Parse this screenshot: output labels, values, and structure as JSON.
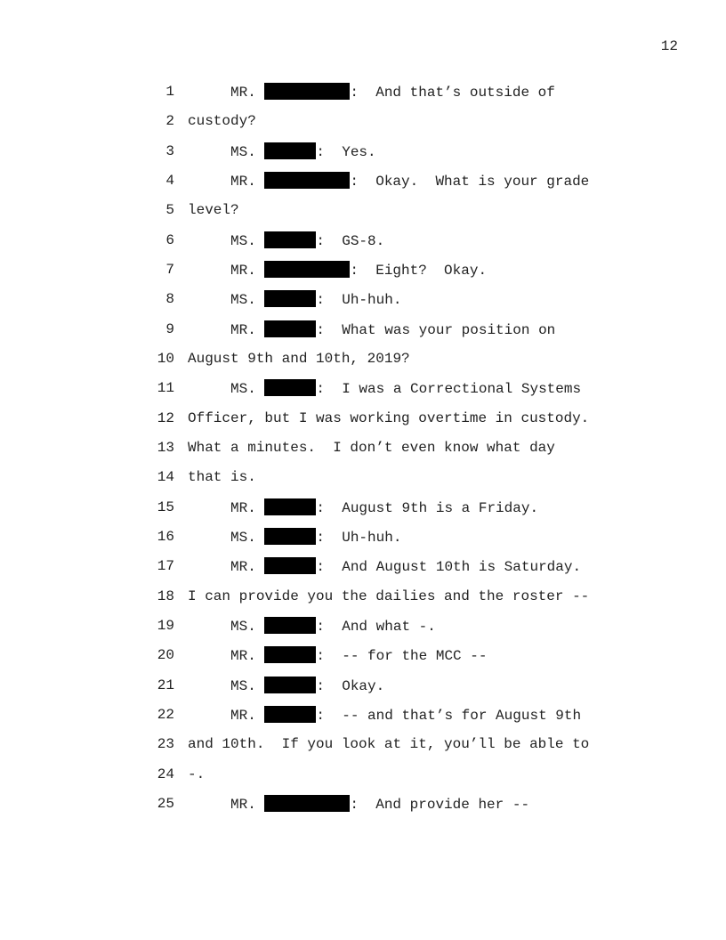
{
  "page_number": "12",
  "redaction_color": "#000000",
  "lines": [
    {
      "num": "1",
      "speaker": "MR.",
      "redaction": "long",
      "text": ":  And that’s outside of"
    },
    {
      "num": "2",
      "text": "custody?"
    },
    {
      "num": "3",
      "speaker": "MS.",
      "redaction": "short",
      "text": ":  Yes."
    },
    {
      "num": "4",
      "speaker": "MR.",
      "redaction": "long",
      "text": ":  Okay.  What is your grade"
    },
    {
      "num": "5",
      "text": "level?"
    },
    {
      "num": "6",
      "speaker": "MS.",
      "redaction": "short",
      "text": ":  GS-8."
    },
    {
      "num": "7",
      "speaker": "MR.",
      "redaction": "long",
      "text": ":  Eight?  Okay."
    },
    {
      "num": "8",
      "speaker": "MS.",
      "redaction": "short",
      "text": ":  Uh-huh."
    },
    {
      "num": "9",
      "speaker": "MR.",
      "redaction": "short",
      "text": ":  What was your position on"
    },
    {
      "num": "10",
      "text": "August 9th and 10th, 2019?"
    },
    {
      "num": "11",
      "speaker": "MS.",
      "redaction": "short",
      "text": ":  I was a Correctional Systems"
    },
    {
      "num": "12",
      "text": "Officer, but I was working overtime in custody."
    },
    {
      "num": "13",
      "text": "What a minutes.  I don’t even know what day"
    },
    {
      "num": "14",
      "text": "that is."
    },
    {
      "num": "15",
      "speaker": "MR.",
      "redaction": "short",
      "text": ":  August 9th is a Friday."
    },
    {
      "num": "16",
      "speaker": "MS.",
      "redaction": "short",
      "text": ":  Uh-huh."
    },
    {
      "num": "17",
      "speaker": "MR.",
      "redaction": "short",
      "text": ":  And August 10th is Saturday."
    },
    {
      "num": "18",
      "text": "I can provide you the dailies and the roster --"
    },
    {
      "num": "19",
      "speaker": "MS.",
      "redaction": "short",
      "text": ":  And what -."
    },
    {
      "num": "20",
      "speaker": "MR.",
      "redaction": "short",
      "text": ":  -- for the MCC --"
    },
    {
      "num": "21",
      "speaker": "MS.",
      "redaction": "short",
      "text": ":  Okay."
    },
    {
      "num": "22",
      "speaker": "MR.",
      "redaction": "short",
      "text": ":  -- and that’s for August 9th"
    },
    {
      "num": "23",
      "text": "and 10th.  If you look at it, you’ll be able to"
    },
    {
      "num": "24",
      "text": "-."
    },
    {
      "num": "25",
      "speaker": "MR.",
      "redaction": "long",
      "text": ":  And provide her --"
    }
  ]
}
